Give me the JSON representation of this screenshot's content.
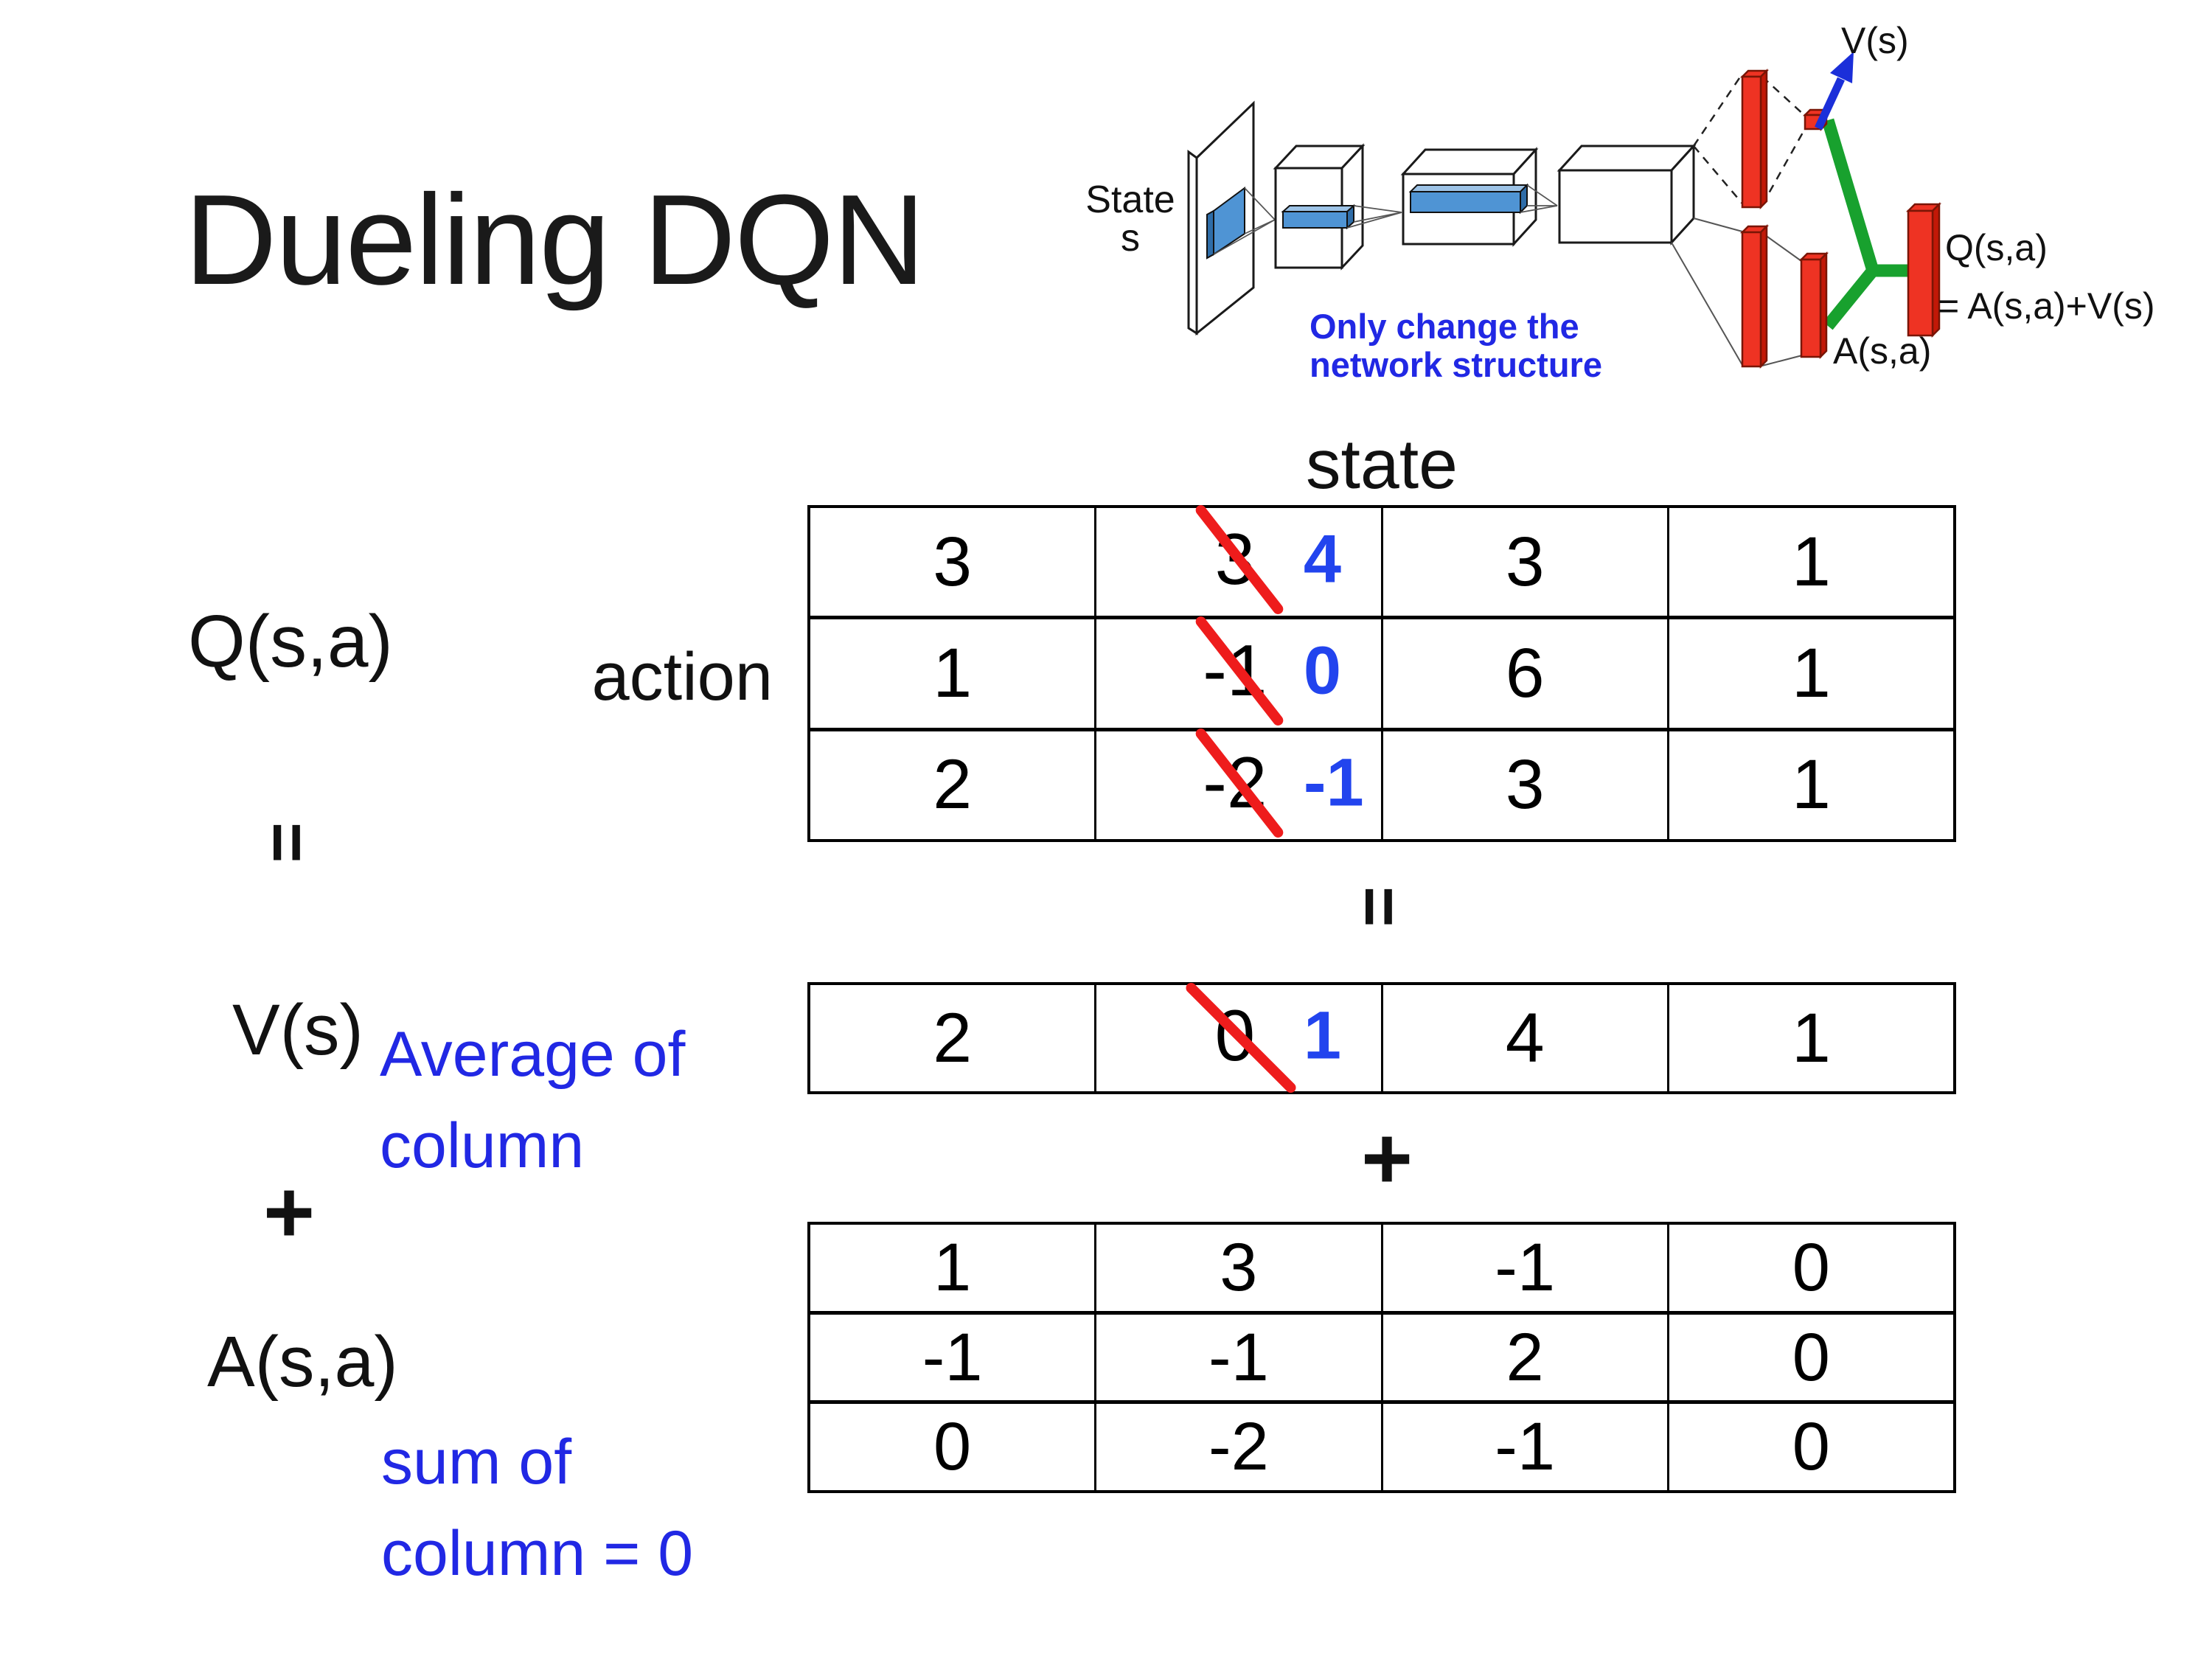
{
  "title": "Dueling DQN",
  "diagram": {
    "state_line1": "State",
    "state_line2": "s",
    "caption_line1": "Only change the",
    "caption_line2": "network structure",
    "v_output": "V(s)",
    "q_output_line1": "Q(s,a)",
    "q_output_line2": "= A(s,a)+V(s)",
    "a_output": "A(s,a)"
  },
  "equation": {
    "q_label": "Q(s,a)",
    "action_label": "action",
    "state_label": "state",
    "equals": "=",
    "plus": "+",
    "v_label": "V(s)",
    "v_note_line1": "Average of",
    "v_note_line2": "column",
    "a_label": "A(s,a)",
    "a_note_line1": "sum of",
    "a_note_line2": "column = 0"
  },
  "tables": {
    "q": {
      "rows": [
        [
          {
            "v": "3"
          },
          {
            "old": "3",
            "new": "4"
          },
          {
            "v": "3"
          },
          {
            "v": "1"
          }
        ],
        [
          {
            "v": "1"
          },
          {
            "old": "-1",
            "new": "0"
          },
          {
            "v": "6"
          },
          {
            "v": "1"
          }
        ],
        [
          {
            "v": "2"
          },
          {
            "old": "-2",
            "new": "-1"
          },
          {
            "v": "3"
          },
          {
            "v": "1"
          }
        ]
      ]
    },
    "v": {
      "rows": [
        [
          {
            "v": "2"
          },
          {
            "old": "0",
            "new": "1"
          },
          {
            "v": "4"
          },
          {
            "v": "1"
          }
        ]
      ]
    },
    "a": {
      "rows": [
        [
          {
            "v": "1"
          },
          {
            "v": "3"
          },
          {
            "v": "-1"
          },
          {
            "v": "0"
          }
        ],
        [
          {
            "v": "-1"
          },
          {
            "v": "-1"
          },
          {
            "v": "2"
          },
          {
            "v": "0"
          }
        ],
        [
          {
            "v": "0"
          },
          {
            "v": "-2"
          },
          {
            "v": "-1"
          },
          {
            "v": "0"
          }
        ]
      ]
    }
  },
  "colors": {
    "text_blue": "#2128e4",
    "digit_blue": "#2244ee",
    "strike_red": "#ee1c1c",
    "bar_red": "#ee3323",
    "green": "#18a12e",
    "conv_blue": "#4f94d4"
  }
}
